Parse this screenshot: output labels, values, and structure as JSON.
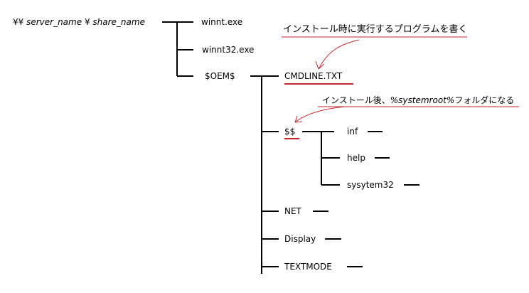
{
  "root": {
    "prefix": "¥¥ ",
    "server": "server_name",
    "sep": " ¥ ",
    "share": "share_name"
  },
  "level1": [
    "winnt.exe",
    "winnt32.exe",
    "$OEM$"
  ],
  "oem_children": [
    "CMDLINE.TXT",
    "$$",
    "NET",
    "Display",
    "TEXTMODE"
  ],
  "dollar_children": [
    "inf",
    "help",
    "sysytem32"
  ],
  "notes": {
    "cmdline": "インストール時に実行するプログラムを書く",
    "dollar_prefix": "インストール後、",
    "dollar_var": "%systemroot%",
    "dollar_suffix": "フォルダになる"
  },
  "colors": {
    "annotation": "#c0282d",
    "line": "#000000"
  }
}
